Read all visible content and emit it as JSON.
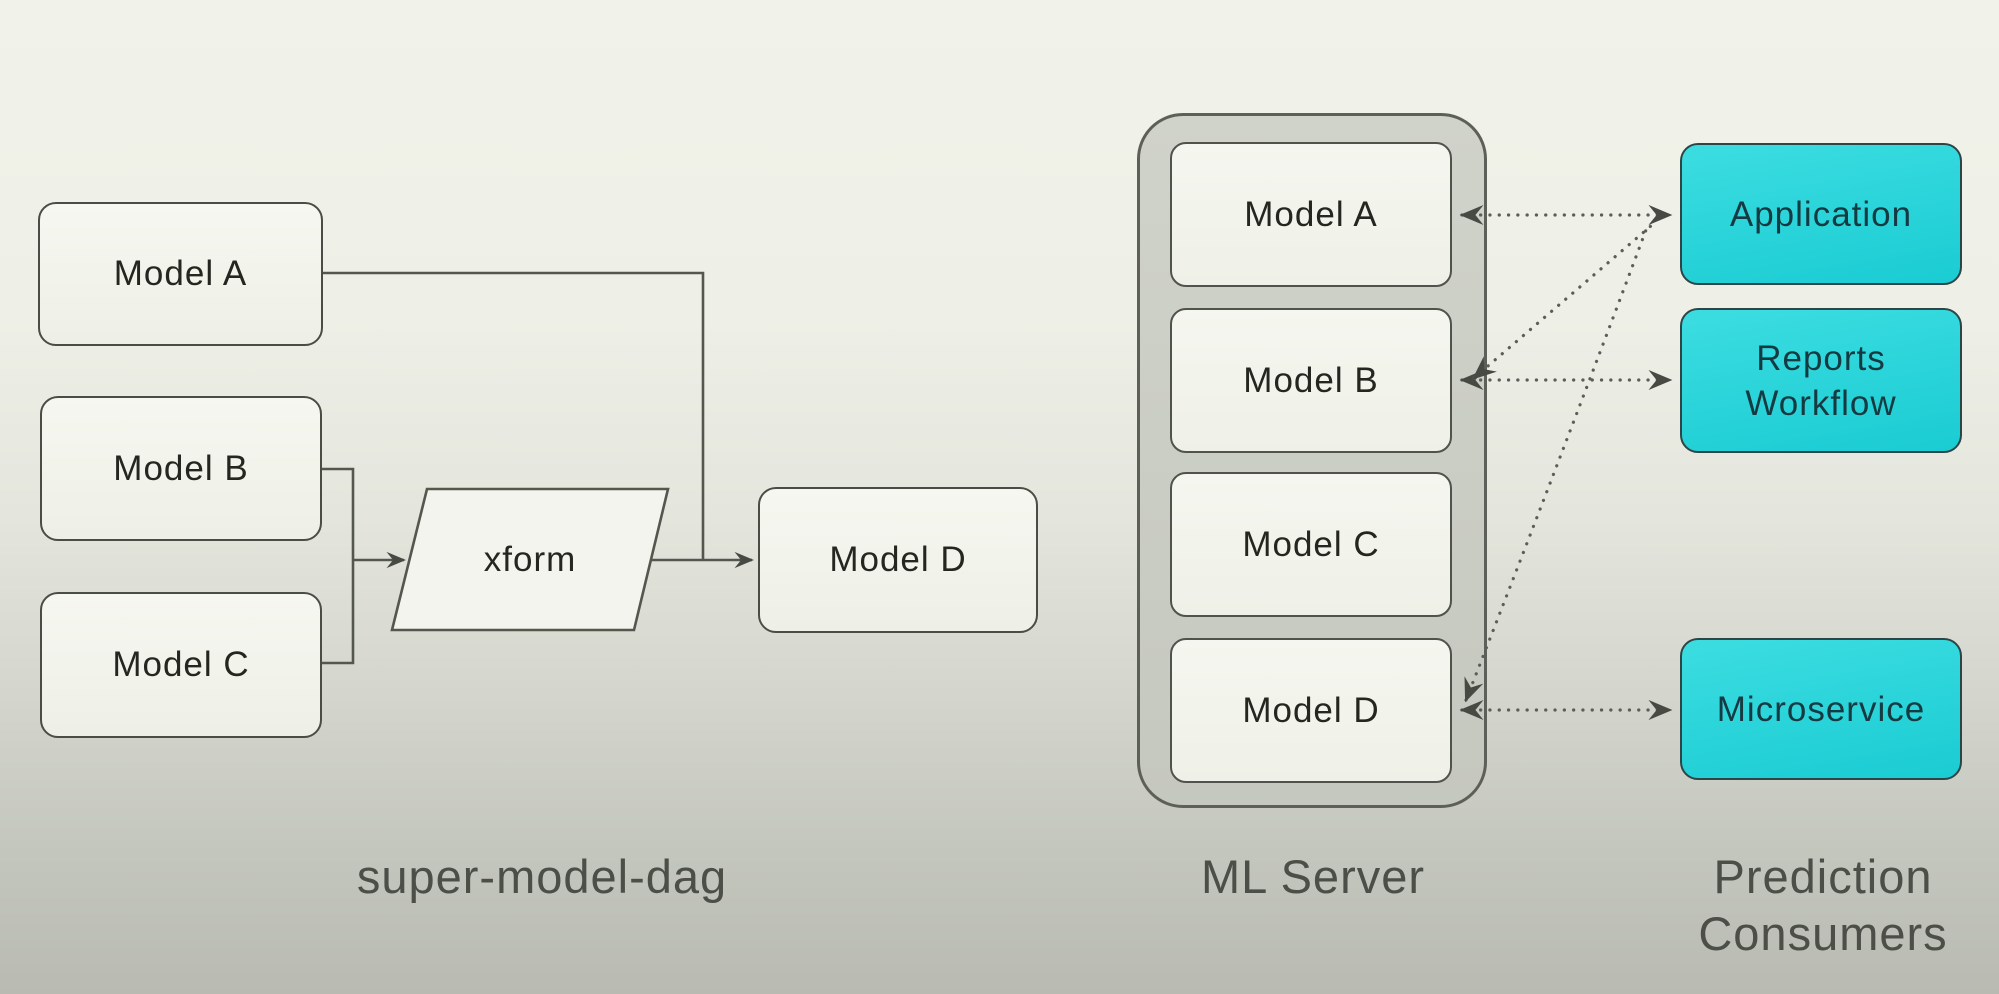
{
  "dag": {
    "caption": "super-model-dag",
    "nodes": [
      {
        "id": "model-a",
        "label": "Model A"
      },
      {
        "id": "model-b",
        "label": "Model B"
      },
      {
        "id": "model-c",
        "label": "Model C"
      },
      {
        "id": "xform",
        "label": "xform",
        "shape": "parallelogram"
      },
      {
        "id": "model-d",
        "label": "Model D"
      }
    ],
    "edges": [
      "Model A -> Model D",
      "Model B -> xform",
      "Model C -> xform",
      "xform -> Model D"
    ]
  },
  "server": {
    "caption": "ML Server",
    "models": [
      {
        "label": "Model A"
      },
      {
        "label": "Model B"
      },
      {
        "label": "Model C"
      },
      {
        "label": "Model D"
      }
    ]
  },
  "consumers": {
    "caption_line1": "Prediction",
    "caption_line2": "Consumers",
    "items": [
      {
        "line1": "Application",
        "line2": ""
      },
      {
        "line1": "Reports",
        "line2": "Workflow"
      },
      {
        "line1": "Microservice",
        "line2": ""
      }
    ],
    "links": [
      "Model A <-> Application",
      "Model B <-> Reports Workflow",
      "Model B <-> Application",
      "Model D <-> Application",
      "Model D <-> Microservice"
    ]
  },
  "colors": {
    "background_top": "#f0f2e9",
    "background_bottom": "#b9bbb3",
    "node_fill": "#f4f5ee",
    "node_border": "#4a4d45",
    "server_fill": "#cbcec5",
    "server_border": "#5d6058",
    "consumer_fill": "#21d2d7",
    "consumer_border": "#2d4547",
    "line": "#54574e",
    "caption_text": "#4c4f48"
  }
}
